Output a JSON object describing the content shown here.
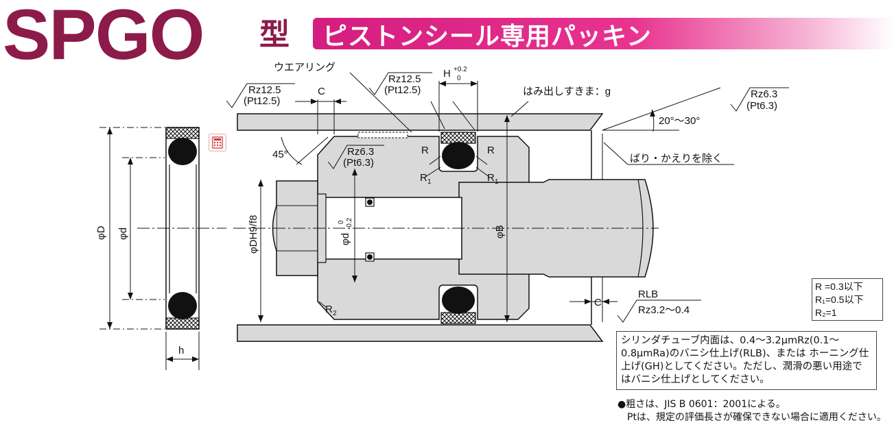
{
  "header": {
    "model": "SPGO",
    "model_suffix": "型",
    "subtitle": "ピストンシール専用パッキン"
  },
  "labels": {
    "wear_ring": "ウエアリング",
    "rz12_5_a": "Rz12.5",
    "pt12_5_a": "(Pt12.5)",
    "c_top": "C",
    "rz12_5_b": "Rz12.5",
    "pt12_5_b": "(Pt12.5)",
    "h_dim": "H",
    "h_tol_upper": "+0.2",
    "h_tol_lower": "0",
    "gap": "はみ出しすきま：g",
    "rz6_3_a": "Rz6.3",
    "pt6_3_a": "(Pt6.3)",
    "angle_range": "20°〜30°",
    "deburr": "ばり・かえりを除く",
    "angle_45": "45°",
    "r_left": "R",
    "r_right": "R",
    "rz6_3_b": "Rz6.3",
    "pt6_3_b": "(Pt6.3)",
    "r1_left": "R",
    "r1_right": "R",
    "r1_sub": "1",
    "phi_D": "φD",
    "phi_d": "φd",
    "phi_DH": "φDH9/f8",
    "phi_d_tol": "φd",
    "d_tol_upper": "0",
    "d_tol_lower": "-0.2",
    "phi_B": "φB",
    "r2": "R",
    "r2_sub": "2",
    "h_width": "h",
    "rlb": "RLB",
    "c_bottom": "C",
    "rz3_2": "Rz3.2〜0.4"
  },
  "radius_table": {
    "line1": "R  =0.3以下",
    "line2": "R₁=0.5以下",
    "line3": "R₂=1"
  },
  "note": {
    "text": "シリンダチューブ内面は、0.4〜3.2μmRz(0.1〜0.8μmRa)のバニシ仕上げ(RLB)、または ホーニング仕上げ(GH)としてください。ただし、潤滑の悪い用途ではバニシ仕上げとしてください。"
  },
  "footnotes": {
    "line1": "●粗さは、JIS B 0601：2001による。",
    "line2": "Ptは、規定の評価長さが確保できない場合に適用ください。"
  },
  "colors": {
    "brand": "#8c1b4a",
    "band": "#e8338f",
    "metal": "#d9d9d9"
  }
}
